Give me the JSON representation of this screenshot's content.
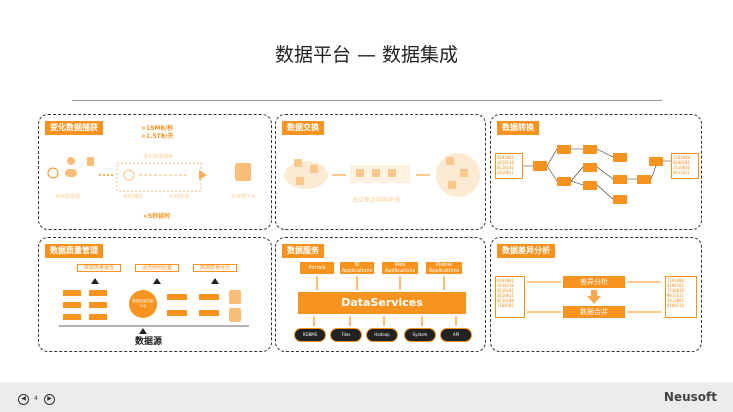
{
  "slide": {
    "title": "数据平台 — 数据集成",
    "page_number": "4"
  },
  "brand": {
    "logo": "Neusoft",
    "accent": "#f7931e"
  },
  "panels": {
    "change_capture": {
      "title": "变化数据捕获",
      "rate1": ">15MB/秒",
      "rate2": ">1.5TB/天",
      "latency": "<5秒延时",
      "capture_label": "变化数据捕获",
      "source_label": "多种数据源",
      "step1": "实时捕获",
      "step2": "实时传递",
      "target_label": "大数据平台"
    },
    "exchange": {
      "title": "数据交换",
      "caption": "适应复杂网络环境"
    },
    "transform": {
      "title": "数据转换"
    },
    "quality": {
      "title": "数据质量管理",
      "footer": "数据源",
      "top_boxes": [
        "数据质量报告",
        "清洗规则配置",
        "数据质量评估"
      ],
      "center": "数据质量控制中心"
    },
    "services": {
      "title": "数据服务",
      "top": [
        "Portals",
        "BI Applications",
        "Web Applications",
        "Mobile Applications"
      ],
      "main": "DataServices",
      "sources": [
        "RDBMS",
        "Files",
        "Hadoop",
        "System",
        "API"
      ]
    },
    "diff": {
      "title": "数据差异分析",
      "box1": "差异分析",
      "box2": "数据合并"
    }
  }
}
